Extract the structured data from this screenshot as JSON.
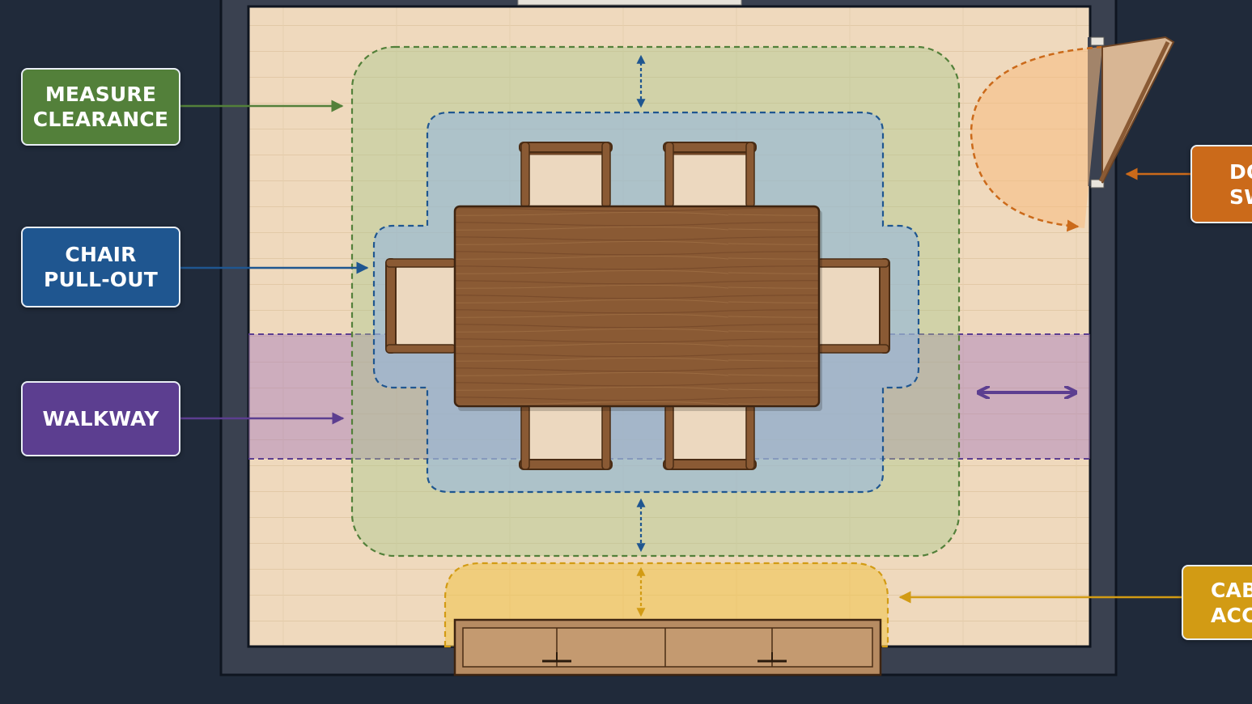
{
  "labels": {
    "measure": [
      "MEASURE",
      "CLEARANCE"
    ],
    "chair": [
      "CHAIR",
      "PULL-OUT"
    ],
    "walkway": [
      "WALKWAY"
    ],
    "door": [
      "DO",
      "SW"
    ],
    "cabinet": [
      "CAB",
      "ACC"
    ]
  },
  "colors": {
    "background": "#202a3a",
    "wall": "#3a4150",
    "floor": "#efd9bd",
    "measure_clearance": "#53803a",
    "chair_pullout": "#1f5690",
    "walkway": "#5c3e90",
    "door_swing": "#cb6a1a",
    "cabinet_access": "#d29b14",
    "table": "#8a5a34",
    "chair_seat": "#ecd8bf",
    "chair_frame": "#6e4424"
  },
  "furniture": {
    "table_count": 1,
    "chair_count": 6,
    "cabinet_doors": 4
  }
}
